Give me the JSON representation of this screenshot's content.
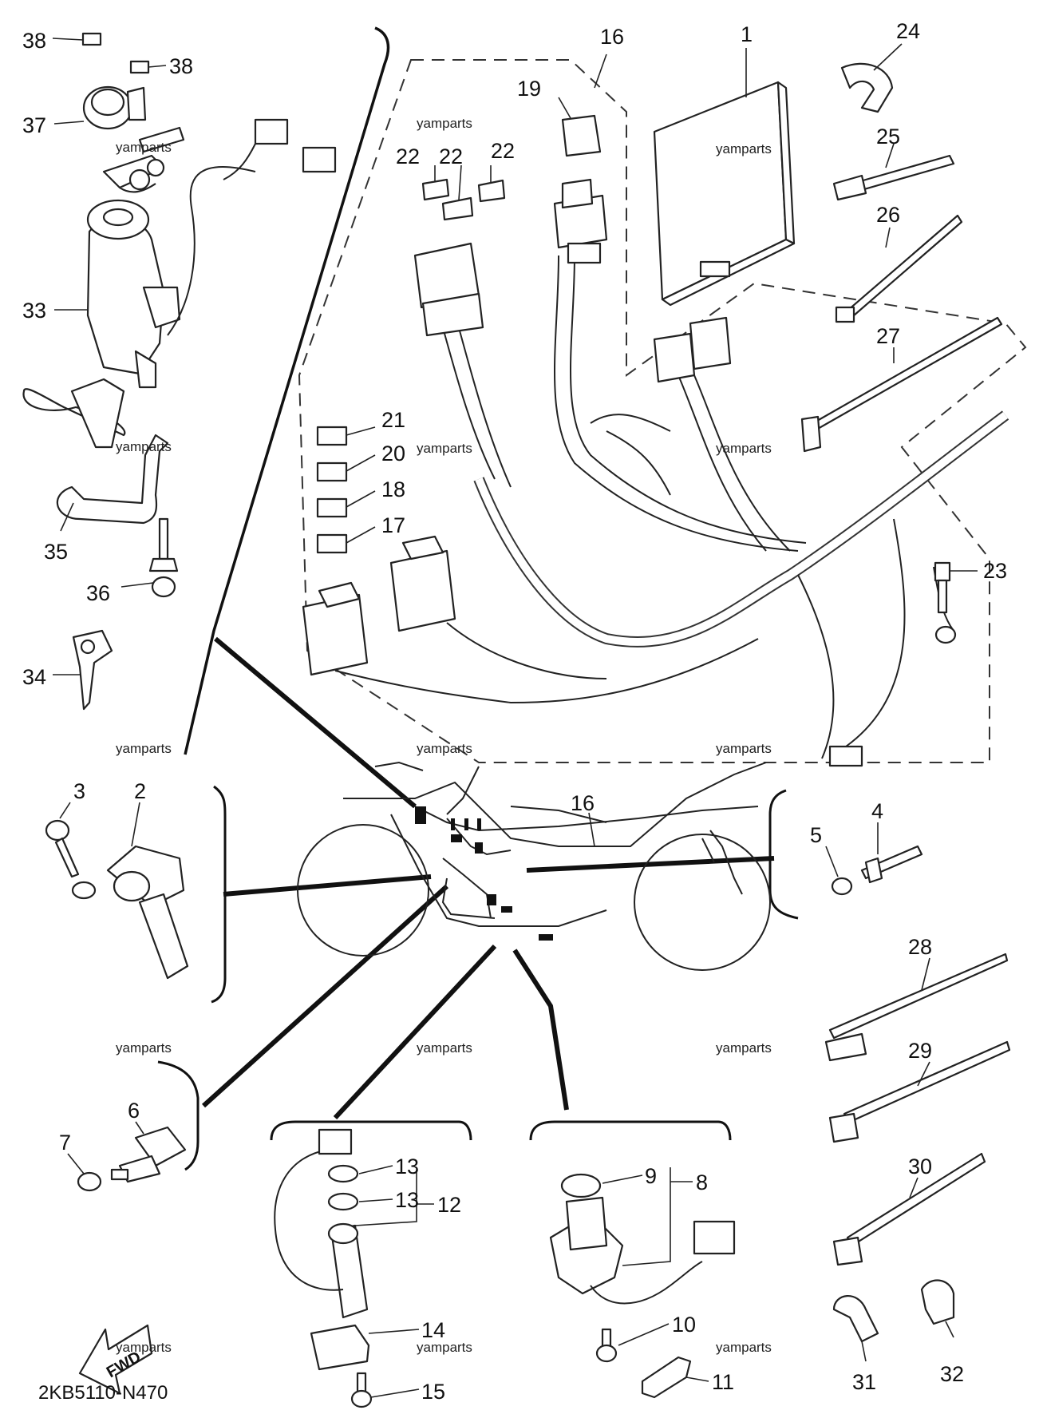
{
  "diagram": {
    "code": "2KB5110-N470",
    "watermark": "yamparts",
    "fwd_label": "FWD",
    "part_numbers": [
      "1",
      "2",
      "3",
      "4",
      "5",
      "6",
      "7",
      "8",
      "9",
      "10",
      "11",
      "12",
      "13",
      "14",
      "15",
      "16",
      "17",
      "18",
      "19",
      "20",
      "21",
      "22",
      "23",
      "24",
      "25",
      "26",
      "27",
      "28",
      "29",
      "30",
      "31",
      "32",
      "33",
      "34",
      "35",
      "36",
      "37",
      "38"
    ],
    "callouts": [
      {
        "id": "c38a",
        "num": "38"
      },
      {
        "id": "c38b",
        "num": "38"
      },
      {
        "id": "c37",
        "num": "37"
      },
      {
        "id": "c33",
        "num": "33"
      },
      {
        "id": "c35",
        "num": "35"
      },
      {
        "id": "c36",
        "num": "36"
      },
      {
        "id": "c34",
        "num": "34"
      },
      {
        "id": "c16a",
        "num": "16"
      },
      {
        "id": "c19",
        "num": "19"
      },
      {
        "id": "c22a",
        "num": "22"
      },
      {
        "id": "c22b",
        "num": "22"
      },
      {
        "id": "c22c",
        "num": "22"
      },
      {
        "id": "c1",
        "num": "1"
      },
      {
        "id": "c24",
        "num": "24"
      },
      {
        "id": "c25",
        "num": "25"
      },
      {
        "id": "c26",
        "num": "26"
      },
      {
        "id": "c27",
        "num": "27"
      },
      {
        "id": "c21",
        "num": "21"
      },
      {
        "id": "c20",
        "num": "20"
      },
      {
        "id": "c18",
        "num": "18"
      },
      {
        "id": "c17",
        "num": "17"
      },
      {
        "id": "c23",
        "num": "23"
      },
      {
        "id": "c3",
        "num": "3"
      },
      {
        "id": "c2",
        "num": "2"
      },
      {
        "id": "c16b",
        "num": "16"
      },
      {
        "id": "c4",
        "num": "4"
      },
      {
        "id": "c5",
        "num": "5"
      },
      {
        "id": "c28",
        "num": "28"
      },
      {
        "id": "c29",
        "num": "29"
      },
      {
        "id": "c30",
        "num": "30"
      },
      {
        "id": "c6",
        "num": "6"
      },
      {
        "id": "c7",
        "num": "7"
      },
      {
        "id": "c13a",
        "num": "13"
      },
      {
        "id": "c13b",
        "num": "13"
      },
      {
        "id": "c12",
        "num": "12"
      },
      {
        "id": "c14",
        "num": "14"
      },
      {
        "id": "c15",
        "num": "15"
      },
      {
        "id": "c9",
        "num": "9"
      },
      {
        "id": "c8",
        "num": "8"
      },
      {
        "id": "c10",
        "num": "10"
      },
      {
        "id": "c11",
        "num": "11"
      },
      {
        "id": "c31",
        "num": "31"
      },
      {
        "id": "c32",
        "num": "32"
      }
    ]
  }
}
